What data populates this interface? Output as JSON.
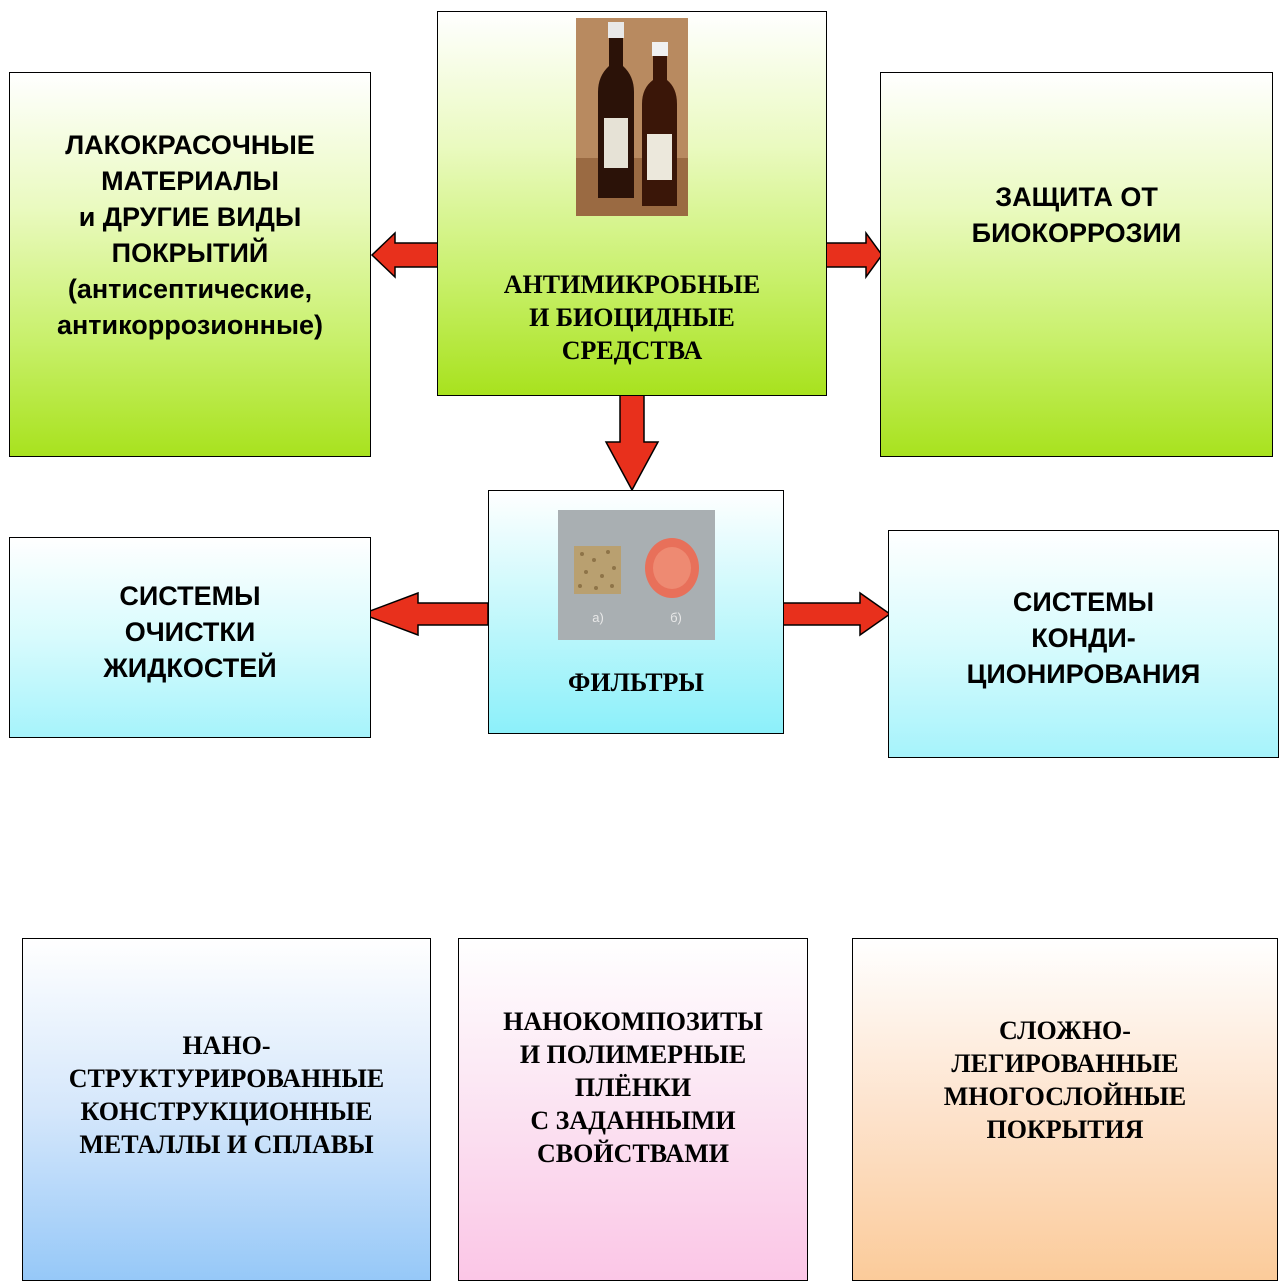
{
  "center": {
    "lines": [
      "АНТИМИКРОБНЫЕ",
      "И БИОЦИДНЫЕ",
      "СРЕДСТВА"
    ],
    "photo": "bottles-photo"
  },
  "left_top": {
    "lines": [
      "ЛАКОКРАСОЧНЫЕ",
      "МАТЕРИАЛЫ",
      "и  ДРУГИЕ ВИДЫ",
      "ПОКРЫТИЙ",
      "(антисептические,",
      "антикоррозионные)"
    ]
  },
  "right_top": {
    "lines": [
      "ЗАЩИТА ОТ",
      "БИОКОРРОЗИИ"
    ]
  },
  "filters": {
    "label": "ФИЛЬТРЫ",
    "photo_label_a": "а)",
    "photo_label_b": "б)"
  },
  "left_mid": {
    "lines": [
      "СИСТЕМЫ",
      "ОЧИСТКИ",
      "ЖИДКОСТЕЙ"
    ]
  },
  "right_mid": {
    "lines": [
      "СИСТЕМЫ",
      "КОНДИ-",
      "ЦИОНИРОВАНИЯ"
    ]
  },
  "bottom_boxes": [
    {
      "lines": [
        "НАНО-",
        "СТРУКТУРИРОВАННЫЕ",
        "КОНСТРУКЦИОННЫЕ",
        "МЕТАЛЛЫ И СПЛАВЫ"
      ]
    },
    {
      "lines": [
        "НАНОКОМПОЗИТЫ",
        "И ПОЛИМЕРНЫЕ",
        "ПЛЁНКИ",
        "С ЗАДАННЫМИ",
        "СВОЙСТВАМИ"
      ]
    },
    {
      "lines": [
        "СЛОЖНО-",
        "ЛЕГИРОВАННЫЕ",
        "МНОГОСЛОЙНЫЕ",
        "ПОКРЫТИЯ"
      ]
    }
  ],
  "colors": {
    "arrow_fill": "#e8301c",
    "arrow_stroke": "#000000"
  }
}
